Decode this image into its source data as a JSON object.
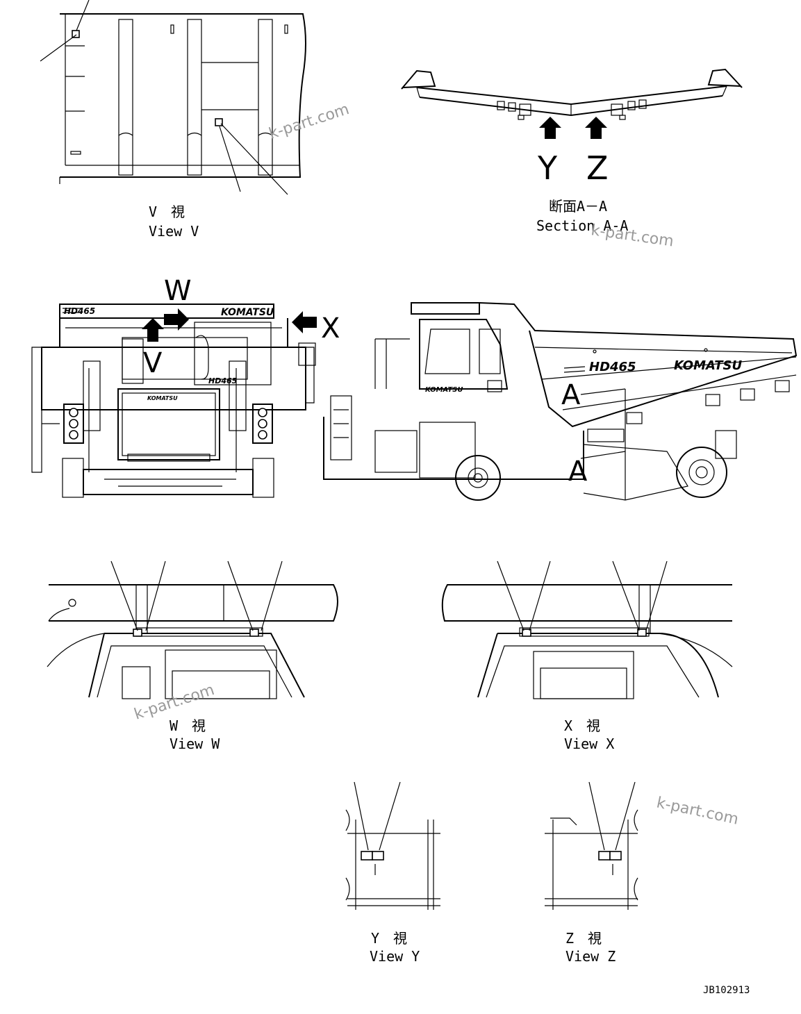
{
  "captions": {
    "view_v_jp": "V　視",
    "view_v_en": "View V",
    "section_aa_jp": "断面A－A",
    "section_aa_en": "Section A-A",
    "view_w_jp": "W　視",
    "view_w_en": "View W",
    "view_x_jp": "X　視",
    "view_x_en": "View X",
    "view_y_jp": "Y　視",
    "view_y_en": "View Y",
    "view_z_jp": "Z　視",
    "view_z_en": "View Z"
  },
  "view_letters": {
    "y": "Y",
    "z": "Z",
    "w": "W",
    "v": "V",
    "x": "X",
    "a_upper": "A",
    "a_lower": "A"
  },
  "machine_labels": {
    "model": "HD465",
    "model_rear": "HD465",
    "brand": "KOMATSU",
    "brand_small": "KOMATSU"
  },
  "watermarks": [
    "k-part.com",
    "k-part.com",
    "k-part.com",
    "k-part.com"
  ],
  "drawing_code": "JB102913",
  "colors": {
    "ink": "#000000",
    "watermark": "#9a9a9a",
    "paper": "#ffffff"
  }
}
